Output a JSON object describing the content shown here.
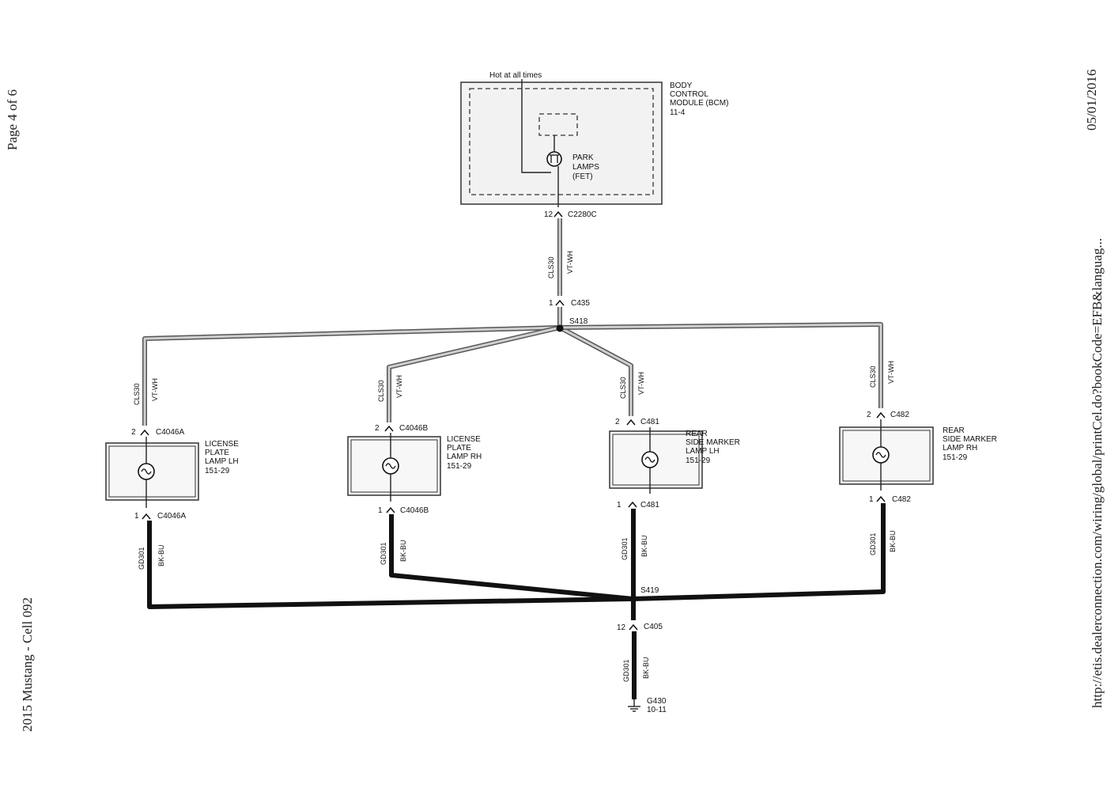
{
  "margins": {
    "page": "Page 4 of 6",
    "cell": "2015 Mustang - Cell 092",
    "date": "05/01/2016",
    "url": "http://etis.dealerconnection.com/wiring/global/printCel.do?bookCode=EFB&languag..."
  },
  "bcm": {
    "hot_label": "Hot at all times",
    "name_lines": [
      "BODY",
      "CONTROL",
      "MODULE (BCM)",
      "11-4"
    ],
    "fet_lines": [
      "PARK",
      "LAMPS",
      "(FET)"
    ],
    "pin": "12",
    "connector": "C2280C"
  },
  "trunk_wire": {
    "circuit": "CLS30",
    "color": "VT-WH"
  },
  "c435": {
    "pin": "1",
    "connector": "C435"
  },
  "splice_top": "S418",
  "lamps": [
    {
      "id": "license-plate-lamp-lh",
      "name_lines": [
        "LICENSE",
        "PLATE",
        "LAMP LH",
        "151-29"
      ],
      "top_pin": "2",
      "top_conn": "C4046A",
      "bot_pin": "1",
      "bot_conn": "C4046A",
      "pos_circuit": "CLS30",
      "pos_color": "VT-WH",
      "gnd_circuit": "GD301",
      "gnd_color": "BK-BU"
    },
    {
      "id": "license-plate-lamp-rh",
      "name_lines": [
        "LICENSE",
        "PLATE",
        "LAMP RH",
        "151-29"
      ],
      "top_pin": "2",
      "top_conn": "C4046B",
      "bot_pin": "1",
      "bot_conn": "C4046B",
      "pos_circuit": "CLS30",
      "pos_color": "VT-WH",
      "gnd_circuit": "GD301",
      "gnd_color": "BK-BU"
    },
    {
      "id": "rear-side-marker-lamp-lh",
      "name_lines": [
        "REAR",
        "SIDE MARKER",
        "LAMP LH",
        "151-29"
      ],
      "top_pin": "2",
      "top_conn": "C481",
      "bot_pin": "1",
      "bot_conn": "C481",
      "pos_circuit": "CLS30",
      "pos_color": "VT-WH",
      "gnd_circuit": "GD301",
      "gnd_color": "BK-BU"
    },
    {
      "id": "rear-side-marker-lamp-rh",
      "name_lines": [
        "REAR",
        "SIDE MARKER",
        "LAMP RH",
        "151-29"
      ],
      "top_pin": "2",
      "top_conn": "C482",
      "bot_pin": "1",
      "bot_conn": "C482",
      "pos_circuit": "CLS30",
      "pos_color": "VT-WH",
      "gnd_circuit": "GD301",
      "gnd_color": "BK-BU"
    }
  ],
  "splice_bottom": "S419",
  "c405": {
    "pin": "12",
    "connector": "C405"
  },
  "ground_wire": {
    "circuit": "GD301",
    "color": "BK-BU"
  },
  "ground": {
    "name": "G430",
    "ref": "10-11"
  }
}
